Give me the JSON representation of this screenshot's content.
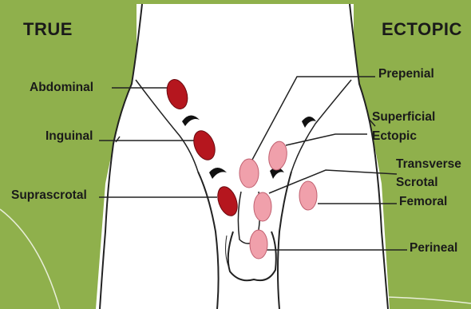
{
  "headings": {
    "left": "TRUE",
    "right": "ECTOPIC"
  },
  "labels": {
    "abdominal": "Abdominal",
    "inguinal": "Inguinal",
    "suprascrotal": "Suprascrotal",
    "prepenial": "Prepenial",
    "superficial_ectopic_line1": "Superficial",
    "superficial_ectopic_line2": "Ectopic",
    "transverse_scrotal_line1": "Transverse",
    "transverse_scrotal_line2": "Scrotal",
    "femoral": "Femoral",
    "perineal": "Perineal"
  },
  "colors": {
    "background": "#8fb04c",
    "true_position": "#b5161e",
    "ectopic_position": "#f0a0ab",
    "outline": "#222222"
  }
}
